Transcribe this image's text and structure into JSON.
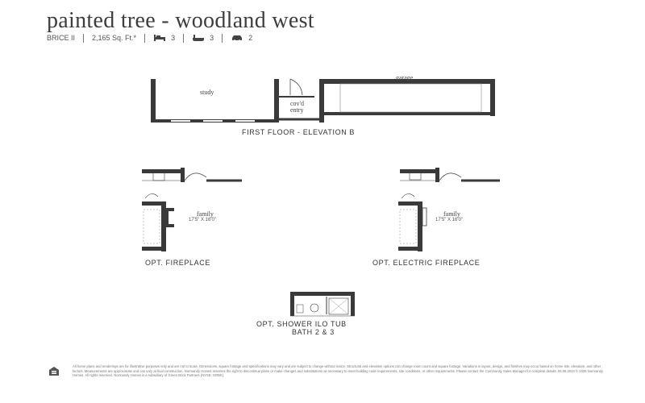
{
  "header": {
    "title": "painted tree - woodland west",
    "model": "BRICE II",
    "sqft": "2,165 Sq. Ft.*",
    "beds": "3",
    "baths": "3",
    "garage": "2"
  },
  "icons": {
    "beds": "bed-icon",
    "baths": "bathtub-icon",
    "garage": "car-icon",
    "housing": "equal-housing-icon"
  },
  "sections": {
    "first_floor": {
      "caption": "FIRST FLOOR - ELEVATION B",
      "rooms": {
        "study": "study",
        "entry_line1": "cov'd",
        "entry_line2": "entry",
        "garage": "garage"
      }
    },
    "fireplace": {
      "caption": "OPT. FIREPLACE",
      "room": "family",
      "dimension": "17'5\" X 16'0\""
    },
    "electric_fireplace": {
      "caption": "OPT. ELECTRIC FIREPLACE",
      "room": "family",
      "dimension": "17'5\" X 16'0\""
    },
    "shower": {
      "caption_line1": "OPT. SHOWER ILO TUB",
      "caption_line2": "BATH 2 & 3"
    }
  },
  "footer": {
    "disclaimer": "All home plans and renderings are for illustrative purposes only and are not to scale. Dimensions, square footage and specifications may vary and are subject to change without notice. Structural and elevation options can change room count and square footage. Variations in layout, design, and finishes may occur based on home site, elevation, and other factors. Measurements are approximate and can vary at final construction. Normandy Homes reserves the right to discontinue plans or make changes and substitutions as necessary to meet building code requirements, site conditions, or other requirements. Please contact the Community Sales Manager for complete details. 05.06.2024 © 2025 Normandy Homes. All rights reserved. Normandy Homes is a subsidiary of Green Brick Partners (NYSE: GRBK)."
  },
  "colors": {
    "wall": "#3a3a3a",
    "text": "#333333",
    "light": "#999999"
  }
}
